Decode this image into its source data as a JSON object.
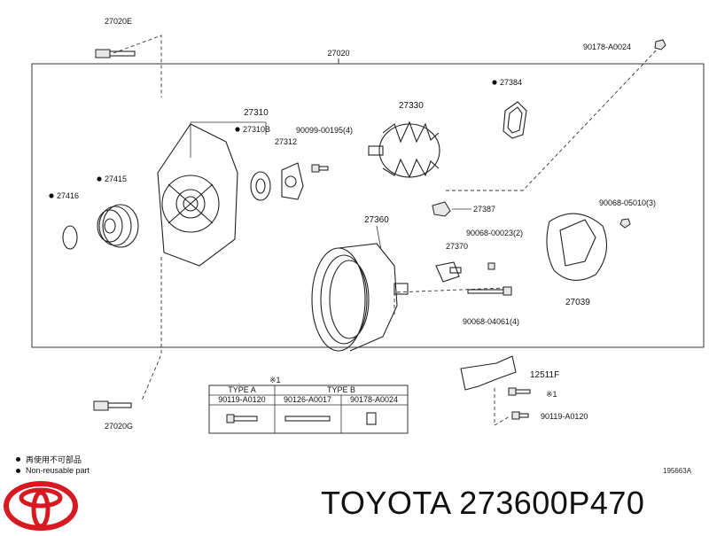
{
  "diagram": {
    "frame_label": "27020",
    "parts": {
      "p27020e": "27020E",
      "p27020g": "27020G",
      "p27310": "27310",
      "p27310b": "27310B",
      "p27312": "27312",
      "p90099": "90099-00195(4)",
      "p27330": "27330",
      "p27384": "27384",
      "p90178a": "90178-A0024",
      "p27415": "27415",
      "p27416": "27416",
      "p27360": "27360",
      "p27387": "27387",
      "p27370": "27370",
      "p90068a": "90068-00023(2)",
      "p90068b": "90068-04061(4)",
      "p90068c": "90068-05010(3)",
      "p27039": "27039",
      "p12511f": "12511F",
      "p_ref1": "※1",
      "p90119b": "90119-A0120"
    },
    "type_table": {
      "note": "※1",
      "type_a": "TYPE A",
      "type_b": "TYPE B",
      "col1": "90119-A0120",
      "col2": "90126-A0017",
      "col3": "90178-A0024"
    }
  },
  "legend": {
    "line1": "再使用不可部品",
    "line2": "Non-reusable part"
  },
  "ref_code": "195663A",
  "brand_caption": "TOYOTA 273600P470",
  "colors": {
    "logo": "#d71921",
    "ink": "#111111"
  }
}
